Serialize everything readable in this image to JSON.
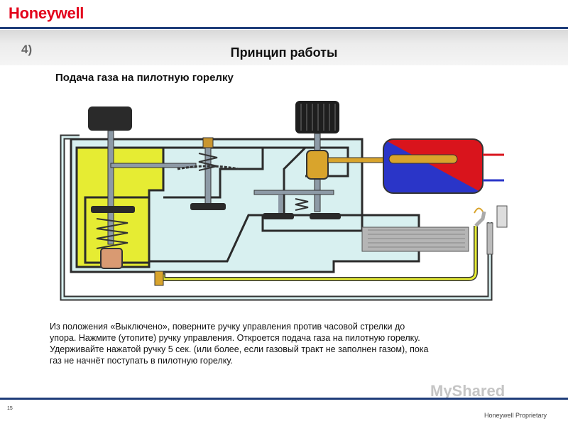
{
  "header": {
    "brand": "Honeywell"
  },
  "slide": {
    "number": "4)",
    "title": "Принцип работы",
    "subtitle": "Подача газа на пилотную горелку"
  },
  "description": [
    "Из положения «Выключено», поверните ручку управления против часовой стрелки до",
    "упора. Нажмите (утопите) ручку управления. Откроется подача газа на пилотную горелку.",
    "Удерживайте нажатой ручку 5 сек. (или более, если газовый тракт не заполнен газом), пока",
    "газ не начнёт поступать в пилотную горелку."
  ],
  "footer": {
    "page": "15",
    "label": "Honeywell Proprietary"
  },
  "watermark": "MyShared",
  "colors": {
    "brand_red": "#e3001b",
    "rule_blue": "#1f3d7a",
    "gas_fill": "#d8f0f0",
    "pilot_gas": "#e6ec33",
    "thermo_red": "#d9141c",
    "thermo_blue": "#2a35c8"
  }
}
